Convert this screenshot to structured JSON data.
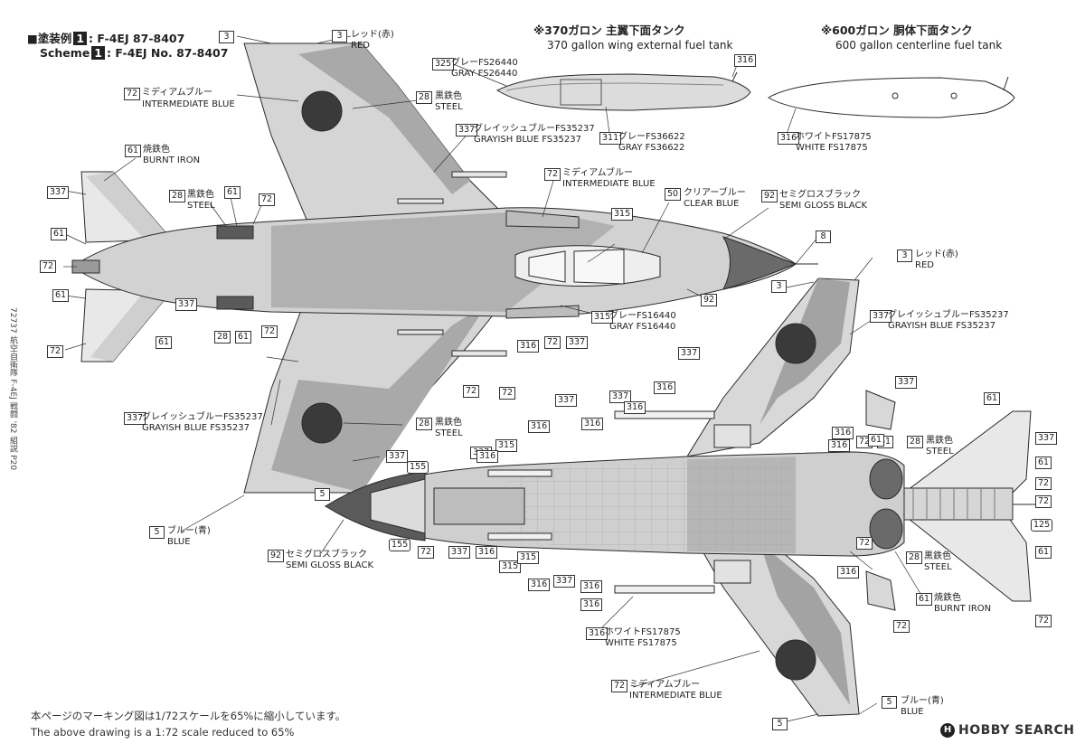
{
  "header": {
    "scheme_jp": "■塗装例",
    "scheme_en": "Scheme",
    "scheme_num": "1",
    "model_jp": ": F-4EJ 87-8407",
    "model_en": ": F-4EJ No. 87-8407"
  },
  "tanks": {
    "tank370_jp": "※370ガロン 主翼下面タンク",
    "tank370_en": "370 gallon wing external fuel tank",
    "tank600_jp": "※600ガロン 胴体下面タンク",
    "tank600_en": "600 gallon centerline fuel tank"
  },
  "side_text": "72737 航空自衛隊 F-4EJ 戦闘 '82 組説 P20",
  "footer": {
    "note_jp": "本ページのマーキング図は1/72スケールを65%に縮小しています。",
    "note_en": "The above drawing is a 1:72 scale reduced to 65%",
    "watermark": "HOBBY SEARCH",
    "watermark_logo": "H"
  },
  "callouts": [
    {
      "id": "c1",
      "num": "3",
      "jp": "レッド(赤)",
      "en": "RED"
    },
    {
      "id": "c2",
      "num": "72",
      "jp": "ミディアムブルー",
      "en": "INTERMEDIATE BLUE"
    },
    {
      "id": "c3",
      "num": "28",
      "jp": "黒鉄色",
      "en": "STEEL"
    },
    {
      "id": "c4",
      "num": "337",
      "jp": "グレイッシュブルーFS35237",
      "en": "GRAYISH BLUE FS35237"
    },
    {
      "id": "c5",
      "num": "61",
      "jp": "焼鉄色",
      "en": "BURNT IRON"
    },
    {
      "id": "c6",
      "num": "28",
      "jp": "黒鉄色",
      "en": "STEEL"
    },
    {
      "id": "c7",
      "num": "72",
      "jp": "ミディアムブルー",
      "en": "INTERMEDIATE BLUE"
    },
    {
      "id": "c8",
      "num": "50",
      "jp": "クリアーブルー",
      "en": "CLEAR BLUE"
    },
    {
      "id": "c9",
      "num": "92",
      "jp": "セミグロスブラック",
      "en": "SEMI GLOSS BLACK"
    },
    {
      "id": "c10",
      "num": "325",
      "jp": "グレーFS26440",
      "en": "GRAY FS26440"
    },
    {
      "id": "c11",
      "num": "311",
      "jp": "グレーFS36622",
      "en": "GRAY FS36622"
    },
    {
      "id": "c12",
      "num": "316",
      "jp": "ホワイトFS17875",
      "en": "WHITE FS17875"
    },
    {
      "id": "c13",
      "num": "315",
      "jp": "グレーFS16440",
      "en": "GRAY FS16440"
    },
    {
      "id": "c14",
      "num": "337",
      "jp": "グレイッシュブルーFS35237",
      "en": "GRAYISH BLUE FS35237"
    },
    {
      "id": "c15",
      "num": "28",
      "jp": "黒鉄色",
      "en": "STEEL"
    },
    {
      "id": "c16",
      "num": "5",
      "jp": "ブルー(青)",
      "en": "BLUE"
    },
    {
      "id": "c17",
      "num": "92",
      "jp": "セミグロスブラック",
      "en": "SEMI GLOSS BLACK"
    },
    {
      "id": "c18",
      "num": "3",
      "jp": "レッド(赤)",
      "en": "RED"
    },
    {
      "id": "c19",
      "num": "337",
      "jp": "グレイッシュブルーFS35237",
      "en": "GRAYISH BLUE FS35237"
    },
    {
      "id": "c20",
      "num": "28",
      "jp": "黒鉄色",
      "en": "STEEL"
    },
    {
      "id": "c21",
      "num": "28",
      "jp": "黒鉄色",
      "en": "STEEL"
    },
    {
      "id": "c22",
      "num": "61",
      "jp": "焼鉄色",
      "en": "BURNT IRON"
    },
    {
      "id": "c23",
      "num": "316",
      "jp": "ホワイトFS17875",
      "en": "WHITE FS17875"
    },
    {
      "id": "c24",
      "num": "72",
      "jp": "ミディアムブルー",
      "en": "INTERMEDIATE BLUE"
    },
    {
      "id": "c25",
      "num": "5",
      "jp": "ブルー(青)",
      "en": "BLUE"
    }
  ],
  "badges": {
    "b1": "3",
    "b2": "337",
    "b3": "61",
    "b4": "72",
    "b5": "61",
    "b6": "72",
    "b7": "61",
    "b8": "72",
    "b9": "61",
    "b10": "337",
    "b11": "28",
    "b12": "61",
    "b13": "72",
    "b14": "8",
    "b15": "92",
    "b16": "315",
    "b17": "72",
    "b18": "337",
    "b19": "72",
    "b20": "316",
    "b21": "72",
    "b22": "337",
    "b23": "5",
    "b24": "155",
    "b25": "155",
    "b26": "72",
    "b27": "337",
    "b28": "316",
    "b29": "315",
    "b30": "337",
    "b31": "3",
    "b32": "337",
    "b33": "316",
    "b34": "337",
    "b35": "316",
    "b36": "316",
    "b37": "316",
    "b38": "316",
    "b39": "315",
    "b40": "316",
    "b41": "316",
    "b42": "316",
    "b43": "315",
    "b44": "316",
    "b45": "337",
    "b46": "316",
    "b47": "72",
    "b48": "61",
    "b49": "316",
    "b50": "61",
    "b51": "337",
    "b52": "61",
    "b53": "72",
    "b54": "125",
    "b55": "61",
    "b56": "72",
    "b57": "72",
    "b58": "5",
    "b59": "316",
    "b60": "337",
    "b61": "61",
    "b62": "72",
    "b63": "72",
    "b64": "337"
  },
  "colors": {
    "light_gray": "#e2e2e2",
    "mid_gray": "#c6c6c6",
    "dark_camo": "#9a9a9a",
    "roundel": "#3a3a3a",
    "nose_dark": "#4a4a4a",
    "line": "#2a2a2a"
  }
}
